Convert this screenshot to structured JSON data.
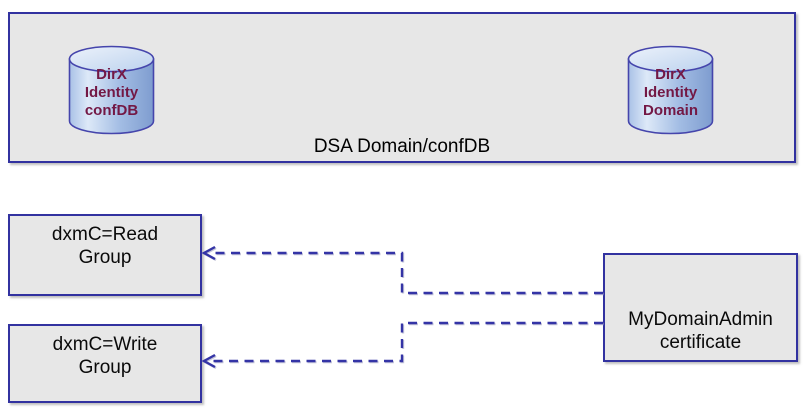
{
  "diagram": {
    "dsa_container": {
      "label": "DSA Domain/confDB"
    },
    "databases": [
      {
        "id": "confdb",
        "label": "DirX\nIdentity\nconfDB"
      },
      {
        "id": "domain",
        "label": "DirX\nIdentity\nDomain"
      }
    ],
    "nodes": {
      "read_group": {
        "label": "dxmC=Read\nGroup"
      },
      "write_group": {
        "label": "dxmC=Write\nGroup"
      },
      "certificate": {
        "label": "MyDomainAdmin\ncertificate"
      }
    },
    "connections": [
      {
        "from": "certificate",
        "to": "read_group",
        "style": "dashed-arrow"
      },
      {
        "from": "certificate",
        "to": "write_group",
        "style": "dashed-arrow"
      }
    ],
    "colors": {
      "border": "#3232A0",
      "box-fill": "#E7E7E7",
      "connector": "#3434A6",
      "db-text": "#731845",
      "cyl-stroke": "#4545AC",
      "label-color": "#000000"
    }
  }
}
